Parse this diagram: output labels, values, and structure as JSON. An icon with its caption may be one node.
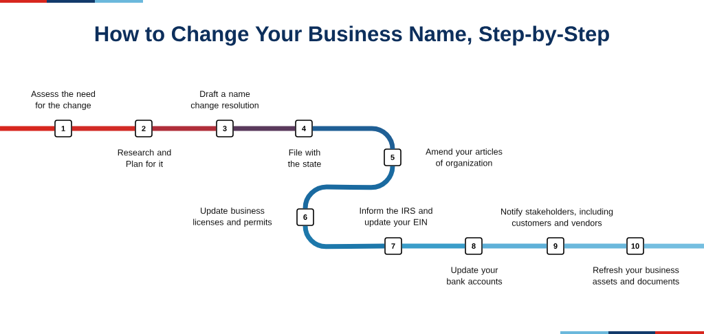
{
  "diagram": {
    "title": "How to Change Your Business Name, Step-by-Step",
    "nodes": [
      {
        "text": [
          "1"
        ],
        "beside": [
          "Assess the need for the change"
        ]
      },
      {
        "text": [
          "2"
        ],
        "beside": [
          "Research and Plan for it"
        ]
      },
      {
        "text": [
          "3"
        ],
        "beside": [
          "Draft a name change resolution"
        ]
      },
      {
        "text": [
          "4"
        ],
        "beside": [
          "File with the state"
        ]
      },
      {
        "text": [
          "5"
        ],
        "beside": [
          "Amend your articles of organization"
        ]
      },
      {
        "text": [
          "6"
        ],
        "beside": [
          "Update business licenses and permits"
        ]
      },
      {
        "text": [
          "7"
        ],
        "beside": [
          "Inform the IRS and update your EIN"
        ]
      },
      {
        "text": [
          "8"
        ],
        "beside": [
          "Update your bank accounts"
        ]
      },
      {
        "text": [
          "9"
        ],
        "beside": [
          "Notify stakeholders, including customers and vendors"
        ]
      },
      {
        "text": [
          "10"
        ],
        "beside": [
          "Refresh your business assets and documents"
        ]
      }
    ],
    "edges": [
      {
        "from": null,
        "to": 0,
        "arrow": "none",
        "color": "#d7261e"
      },
      {
        "from": 0,
        "to": 1,
        "arrow": "none",
        "color": "#d22a25"
      },
      {
        "from": 1,
        "to": 2,
        "arrow": "none",
        "color": "#b02e3a"
      },
      {
        "from": 2,
        "to": 3,
        "arrow": "none",
        "color": "#5a3a5c"
      },
      {
        "from": 3,
        "to": 4,
        "arrow": "none",
        "color": "#1f5f95"
      },
      {
        "from": 4,
        "to": 5,
        "arrow": "none",
        "color": "#1a6aa0"
      },
      {
        "from": 5,
        "to": 6,
        "arrow": "none",
        "color": "#1d78ab"
      },
      {
        "from": 6,
        "to": 7,
        "arrow": "none",
        "color": "#3a9dc9"
      },
      {
        "from": 7,
        "to": 8,
        "arrow": "none",
        "color": "#5eb0d8"
      },
      {
        "from": 8,
        "to": 9,
        "arrow": "none",
        "color": "#6bb8dc"
      },
      {
        "from": 9,
        "to": null,
        "arrow": "none",
        "color": "#74bee0"
      }
    ]
  }
}
